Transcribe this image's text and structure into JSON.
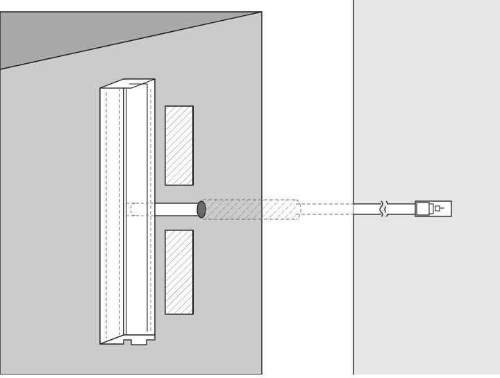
{
  "diagram": {
    "kind": "technical-installation-illustration",
    "colors": {
      "background": "#ffffff",
      "wall_front": "#cbcbcb",
      "wall_top": "#a9a9a9",
      "right_panel": "#e6e6e6",
      "line": "#1a1a1a",
      "hidden_line": "#6f6f6f",
      "hatch": "#8a8a8a",
      "part_fill": "#ffffff"
    },
    "icons": {
      "profile": "led-aluminium-profile",
      "blocks": "hatched-mounting-blocks",
      "hole": "drilled-hole",
      "cable": "feed-cable",
      "connector": "plug-connector"
    }
  }
}
